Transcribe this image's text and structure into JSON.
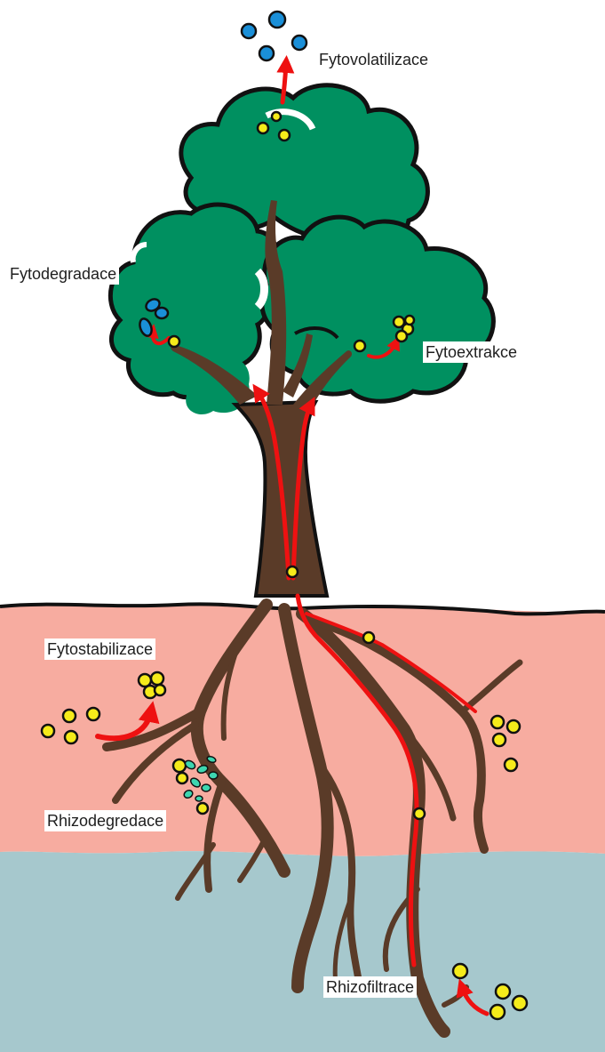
{
  "labels": {
    "fytovolatilizace": "Fytovolatilizace",
    "fytodegradace": "Fytodegradace",
    "fytoextrakce": "Fytoextrakce",
    "fytostabilizace": "Fytostabilizace",
    "rhizodegradace": "Rhizodegredace",
    "rhizofiltrace": "Rhizofiltrace"
  },
  "colors": {
    "soil": "#f7aca0",
    "water": "#a6c8cd",
    "canopy": "#009060",
    "wood": "#5a3b28",
    "arrow": "#ee1111",
    "pollutant": "#f5eb1a",
    "volatile": "#1a8fd8",
    "microbe": "#3dd6b0",
    "outline": "#111111"
  },
  "icons": {
    "pollutant": "yellow-dot-icon",
    "volatile": "blue-dot-icon",
    "microbe": "bacteria-icon",
    "flow": "red-arrow-icon"
  }
}
